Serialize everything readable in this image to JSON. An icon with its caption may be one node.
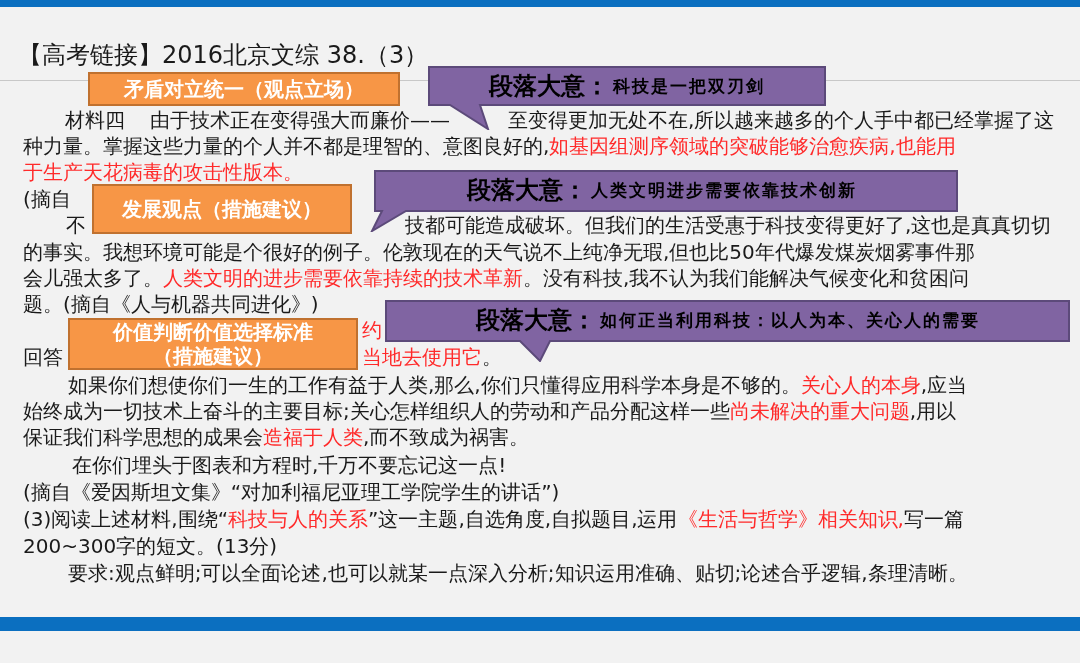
{
  "diagram": {
    "title": "【高考链接】2016北京文综 38.（3）",
    "nodes": [
      {
        "text": [
          "矛盾对立统一（观点立场）"
        ]
      },
      {
        "text": [
          "段落大意：",
          "科技是一把双刃剑"
        ]
      },
      {
        "text": [
          "发展观点（措施建议）"
        ]
      },
      {
        "text": [
          "段落大意：",
          "人类文明进步需要依靠技术创新"
        ]
      },
      {
        "text": [
          "价值判断价值选择标准（措施建议）"
        ]
      },
      {
        "text": [
          "段落大意：",
          "如何正当利用科技：以人为本、关心人的需要"
        ]
      }
    ],
    "labels": [
      "材料四",
      "由于技术正在变得强大而廉价——",
      "至变得更加无处不在,所以越来越多的个人手中都已经掌握了这",
      "种力量。掌握这些力量的个人并不都是理智的、意图良好的,",
      "如基因组测序领域的突破能够治愈疾病,也能用",
      "于生产天花病毒的攻击性版本。",
      "(摘自",
      "不",
      "技都可能造成破坏。但我们的生活受惠于科技变得更好了,这也是真真切切",
      "的事实。我想环境可能是个很好的例子。伦敦现在的天气说不上纯净无瑕,但也比50年代爆发煤炭烟雾事件那",
      "会儿强太多了。",
      "人类文明的进步需要依靠持续的技术革新",
      "。没有科技,我不认为我们能解决气候变化和贫困问",
      "题。(摘自《人与机器共同进化》)",
      "约",
      "回答",
      "当地去使用它",
      "。",
      "如果你们想使你们一生的工作有益于人类,那么,你们只懂得应用科学本身是不够的。",
      "关心人的本身",
      ",应当",
      "始终成为一切技术上奋斗的主要目标;关心怎样组织人的劳动和产品分配这样一些",
      "尚未解决的重大问题",
      ",用以",
      "保证我们科学思想的成果会",
      "造福于人类",
      ",而不致成为祸害。",
      "在你们埋头于图表和方程时,千万不要忘记这一点!",
      "(摘自《爱因斯坦文集》“对加利福尼亚理工学院学生的讲话”)",
      "(3)阅读上述材料,围绕“",
      "科技与人的关系",
      "”这一主题,自选角度,自拟题目,运用",
      "《生活与哲学》相关知识,",
      "写一篇",
      "200~300字的短文。(13分)",
      "要求:观点鲜明;可以全面论述,也可以就某一点深入分析;知识运用准确、贴切;论述合乎逻辑,条理清晰。"
    ]
  }
}
